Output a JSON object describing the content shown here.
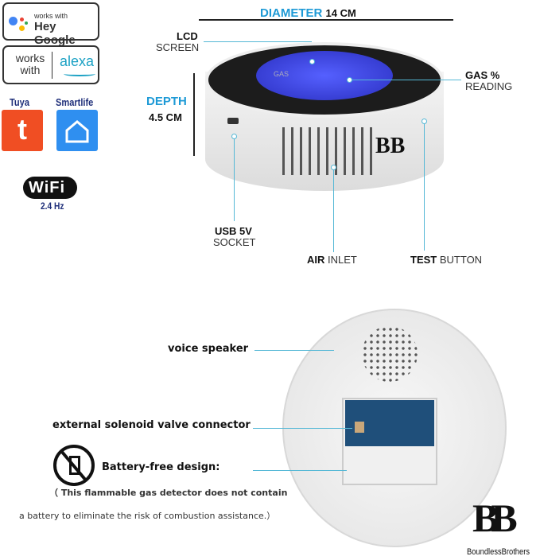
{
  "badges": {
    "google": {
      "small": "works with",
      "big": "Hey Google"
    },
    "alexa": {
      "left": "works with",
      "right": "alexa"
    },
    "tuya": "Tuya",
    "smartlife": "Smartlife",
    "wifi": {
      "logo": "WiFi",
      "band": "2.4 Hz"
    }
  },
  "top_labels": {
    "diameter": {
      "label": "DIAMETER",
      "value": "14 CM"
    },
    "depth": {
      "label": "DEPTH",
      "value": "4.5 CM"
    },
    "lcd": {
      "bold": "LCD",
      "normal": "SCREEN"
    },
    "gas": {
      "bold": "GAS %",
      "normal": "READING"
    },
    "usb": {
      "bold": "USB 5V",
      "normal": "SOCKET"
    },
    "air": {
      "bold": "AIR",
      "normal": "INLET"
    },
    "test": {
      "bold": "TEST",
      "normal": "BUTTON"
    },
    "screen_text": "GAS"
  },
  "bottom_labels": {
    "speaker": "voice speaker",
    "valve": "external solenoid valve connector",
    "battery_title": "Battery-free design:",
    "battery_note_1": "（ This flammable gas detector does not contain",
    "battery_note_2": "a battery to eliminate the risk of combustion assistance.）"
  },
  "brand": {
    "logo": "BB",
    "name": "BoundlessBrothers"
  },
  "colors": {
    "accent": "#1e9ad6",
    "callout": "#55b8d6",
    "lcd": "#3a3fd8"
  }
}
